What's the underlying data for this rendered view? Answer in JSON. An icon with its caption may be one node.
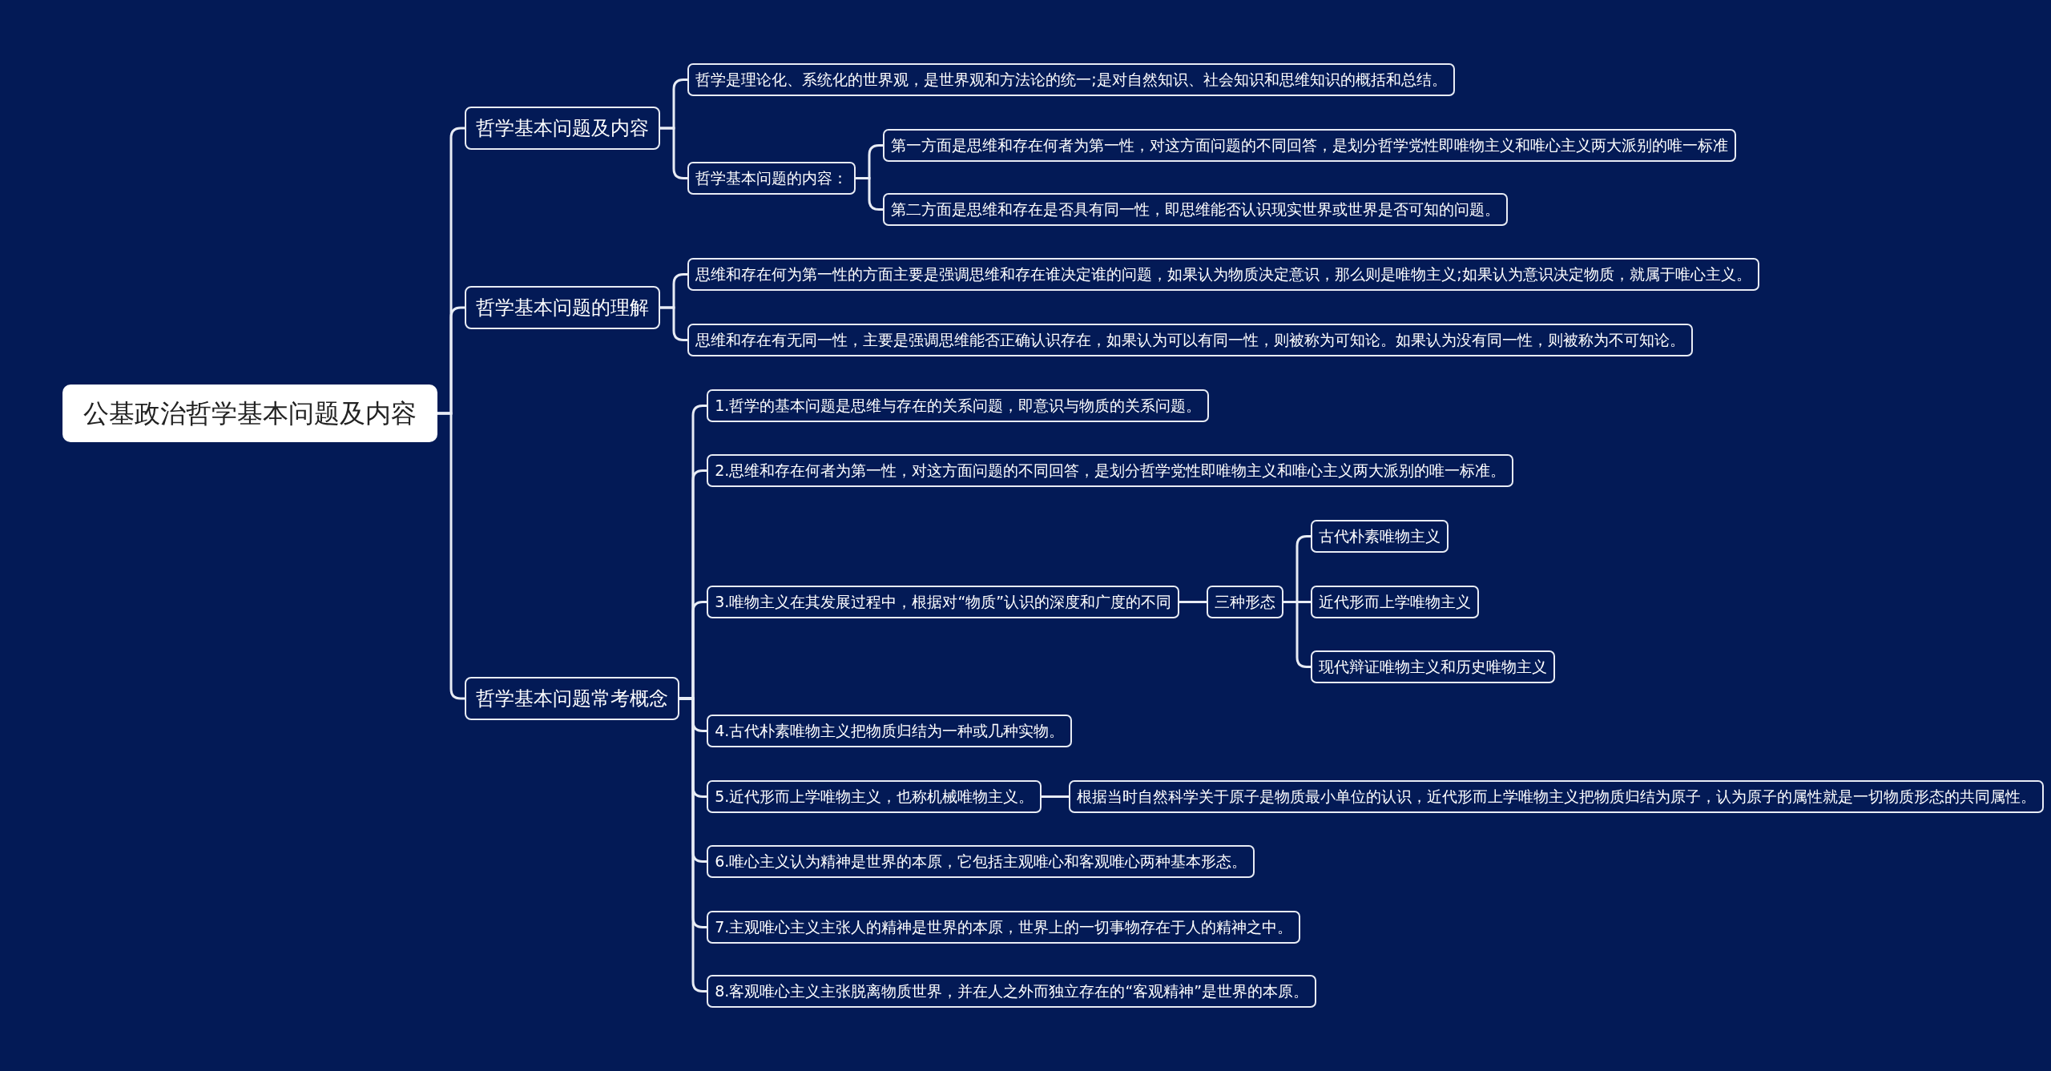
{
  "diagram": {
    "nodes": [
      {
        "text": [
          "公基政治哲学基本问题及内容"
        ]
      },
      {
        "text": [
          "哲学基本问题及内容"
        ]
      },
      {
        "text": [
          "哲学是理论化、系统化的世界观，是世界观和方法论的统一;是对自然知识、社会知识和思维知识的概括和总结。"
        ]
      },
      {
        "text": [
          "哲学基本问题的内容："
        ]
      },
      {
        "text": [
          "第一方面是思维和存在何者为第一性，对这方面问题的不同回答，是划分哲学党性即唯物主义和唯心主义两大派别的唯一标准"
        ]
      },
      {
        "text": [
          "第二方面是思维和存在是否具有同一性，即思维能否认识现实世界或世界是否可知的问题。"
        ]
      },
      {
        "text": [
          "哲学基本问题的理解"
        ]
      },
      {
        "text": [
          "思维和存在何为第一性的方面主要是强调思维和存在谁决定谁的问题，如果认为物质决定意识，那么则是唯物主义;如果认为意识决定物质，就属于唯心主义。"
        ]
      },
      {
        "text": [
          "思维和存在有无同一性，主要是强调思维能否正确认识存在，如果认为可以有同一性，则被称为可知论。如果认为没有同一性，则被称为不可知论。"
        ]
      },
      {
        "text": [
          "哲学基本问题常考概念"
        ]
      },
      {
        "text": [
          "1.哲学的基本问题是思维与存在的关系问题，即意识与物质的关系问题。"
        ]
      },
      {
        "text": [
          "2.思维和存在何者为第一性，对这方面问题的不同回答，是划分哲学党性即唯物主义和唯心主义两大派别的唯一标准。"
        ]
      },
      {
        "text": [
          "3.唯物主义在其发展过程中，根据对“物质”认识的深度和广度的不同"
        ]
      },
      {
        "text": [
          "三种形态"
        ]
      },
      {
        "text": [
          "古代朴素唯物主义"
        ]
      },
      {
        "text": [
          "近代形而上学唯物主义"
        ]
      },
      {
        "text": [
          "现代辩证唯物主义和历史唯物主义"
        ]
      },
      {
        "text": [
          "4.古代朴素唯物主义把物质归结为一种或几种实物。"
        ]
      },
      {
        "text": [
          "5.近代形而上学唯物主义，也称机械唯物主义。"
        ]
      },
      {
        "text": [
          "根据当时自然科学关于原子是物质最小单位的认识，近代形而上学唯物主义把物质归结为原子，认为原子的属性就是一切物质形态的共同属性。"
        ]
      },
      {
        "text": [
          "6.唯心主义认为精神是世界的本原，它包括主观唯心和客观唯心两种基本形态。"
        ]
      },
      {
        "text": [
          "7.主观唯心主义主张人的精神是世界的本原，世界上的一切事物存在于人的精神之中。"
        ]
      },
      {
        "text": [
          "8.客观唯心主义主张脱离物质世界，并在人之外而独立存在的“客观精神”是世界的本原。"
        ]
      }
    ],
    "edges": [
      {
        "from": 0,
        "to": 1,
        "arrow": "none"
      },
      {
        "from": 0,
        "to": 6,
        "arrow": "none"
      },
      {
        "from": 0,
        "to": 9,
        "arrow": "none"
      },
      {
        "from": 1,
        "to": 2,
        "arrow": "none"
      },
      {
        "from": 1,
        "to": 3,
        "arrow": "none"
      },
      {
        "from": 3,
        "to": 4,
        "arrow": "none"
      },
      {
        "from": 3,
        "to": 5,
        "arrow": "none"
      },
      {
        "from": 6,
        "to": 7,
        "arrow": "none"
      },
      {
        "from": 6,
        "to": 8,
        "arrow": "none"
      },
      {
        "from": 9,
        "to": 10,
        "arrow": "none"
      },
      {
        "from": 9,
        "to": 11,
        "arrow": "none"
      },
      {
        "from": 9,
        "to": 12,
        "arrow": "none"
      },
      {
        "from": 12,
        "to": 13,
        "arrow": "none"
      },
      {
        "from": 13,
        "to": 14,
        "arrow": "none"
      },
      {
        "from": 13,
        "to": 15,
        "arrow": "none"
      },
      {
        "from": 13,
        "to": 16,
        "arrow": "none"
      },
      {
        "from": 9,
        "to": 17,
        "arrow": "none"
      },
      {
        "from": 9,
        "to": 18,
        "arrow": "none"
      },
      {
        "from": 18,
        "to": 19,
        "arrow": "none"
      },
      {
        "from": 9,
        "to": 20,
        "arrow": "none"
      },
      {
        "from": 9,
        "to": 21,
        "arrow": "none"
      },
      {
        "from": 9,
        "to": 22,
        "arrow": "none"
      }
    ]
  }
}
